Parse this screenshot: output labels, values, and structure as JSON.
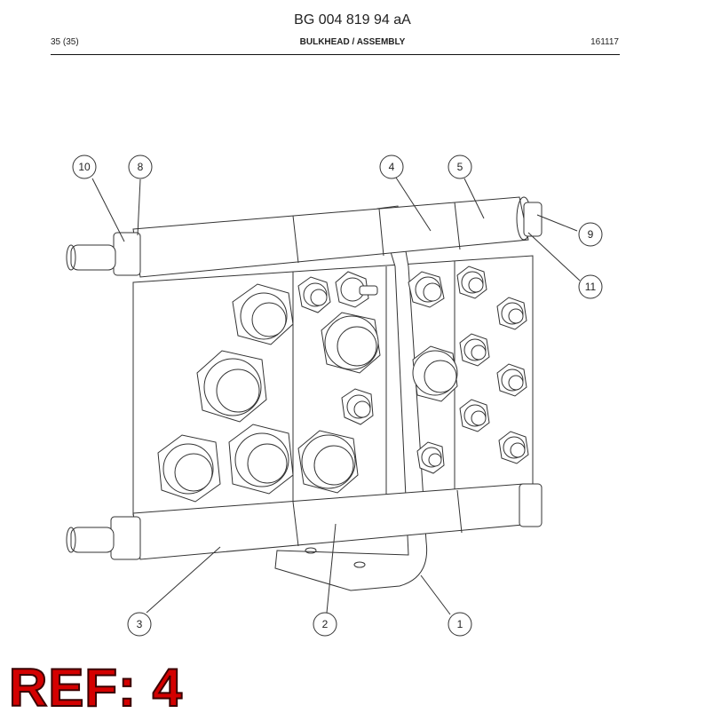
{
  "document": {
    "code": "BG 004 819 94 aA",
    "page": "35 (35)",
    "section": "BULKHEAD / ASSEMBLY",
    "date_code": "161117"
  },
  "callouts": [
    "10",
    "8",
    "4",
    "5",
    "9",
    "11",
    "3",
    "2",
    "1"
  ],
  "ref_label": "REF: 4",
  "colors": {
    "line": "#333333",
    "ref": "#d40000"
  }
}
